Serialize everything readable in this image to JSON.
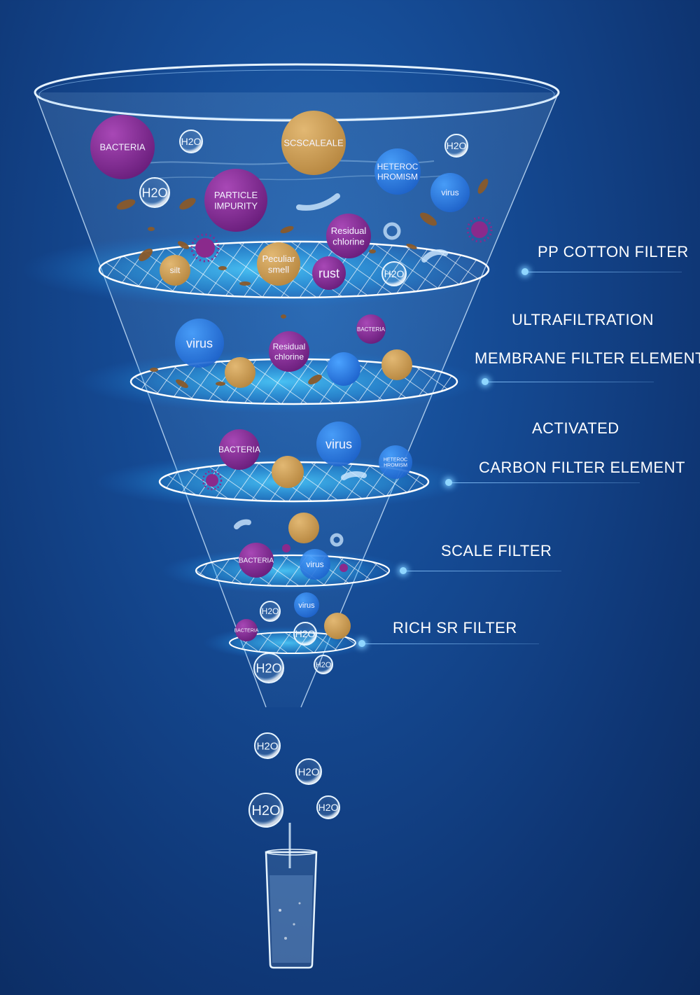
{
  "labels": {
    "pp_cotton": "PP COTTON FILTER",
    "uf_line1": "ULTRAFILTRATION",
    "uf_line2": "MEMBRANE FILTER ELEMENT",
    "ac_line1": "ACTIVATED",
    "ac_line2": "CARBON FILTER ELEMENT",
    "scale": "SCALE FILTER",
    "rich_sr": "RICH SR FILTER"
  },
  "colors": {
    "purple": "#7b2a8c",
    "gold": "#c99a52",
    "blue": "#2f7fe0",
    "h2o_ring": "#cfe8ff",
    "virus_spike": "#8a2a8c",
    "debris": "#8a5a2b"
  },
  "particles": [
    {
      "kind": "purple",
      "text": "BACTERIA"
    },
    {
      "kind": "gold",
      "text": "SCSCALEALE"
    },
    {
      "kind": "blue",
      "text": "HETEROC"
    },
    {
      "kind": "blue",
      "text": "HROMISM"
    },
    {
      "kind": "blue",
      "text": "virus"
    },
    {
      "kind": "purple",
      "text": "PARTICLE"
    },
    {
      "kind": "purple",
      "text": "IMPURITY"
    },
    {
      "kind": "purple",
      "text": "Residual"
    },
    {
      "kind": "purple",
      "text": "chlorine"
    },
    {
      "kind": "gold",
      "text": "Peculiar"
    },
    {
      "kind": "gold",
      "text": "smell"
    },
    {
      "kind": "gold",
      "text": "silt"
    },
    {
      "kind": "purple",
      "text": "rust"
    },
    {
      "kind": "blue",
      "text": "virus"
    },
    {
      "kind": "purple",
      "text": "Residual"
    },
    {
      "kind": "purple",
      "text": "chlorine"
    },
    {
      "kind": "purple",
      "text": "BACTERIA"
    },
    {
      "kind": "purple",
      "text": "BACTERIA"
    },
    {
      "kind": "blue",
      "text": "virus"
    },
    {
      "kind": "blue",
      "text": "HETEROC"
    },
    {
      "kind": "blue",
      "text": "HROMISM"
    },
    {
      "kind": "purple",
      "text": "BACTERIA"
    },
    {
      "kind": "blue",
      "text": "virus"
    },
    {
      "kind": "blue",
      "text": "virus"
    },
    {
      "kind": "purple",
      "text": "BACTERIA"
    }
  ],
  "h2o_text": "H2O",
  "icons": [
    "water-molecule-icon",
    "virus-icon",
    "worm-icon",
    "debris-icon",
    "water-glass-icon"
  ]
}
